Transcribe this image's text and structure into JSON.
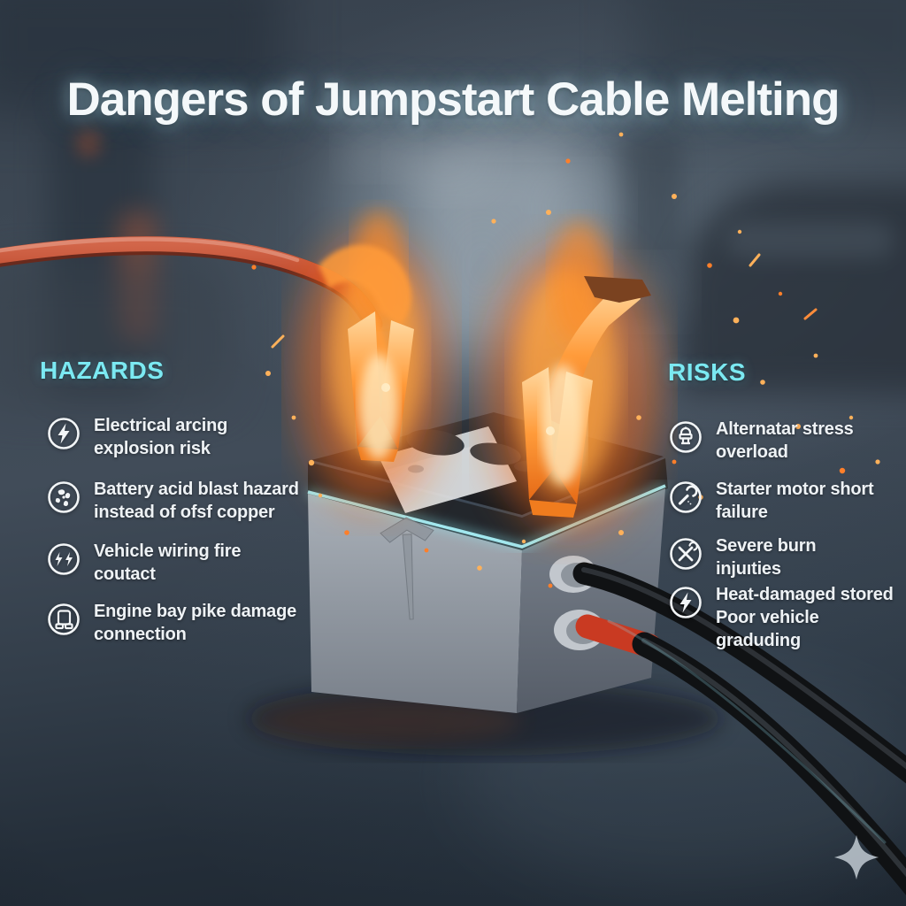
{
  "title": "Dangers of Jumpstart Cable Melting",
  "colors": {
    "accent_cyan": "#7be9f2",
    "text_white": "#eef2f5",
    "flame_orange": "#ff8a2a",
    "cable_red": "#c24b2c",
    "box_grey": "#949ba4"
  },
  "hazards": {
    "heading": "HAZARDS",
    "items": [
      {
        "icon": "lightning-bolt-icon",
        "lines": [
          "Electrical arcing",
          "explosion risk"
        ]
      },
      {
        "icon": "acid-splash-icon",
        "lines": [
          "Battery acid blast hazard",
          "instead of ofsf copper"
        ]
      },
      {
        "icon": "double-lightning-icon",
        "lines": [
          "Vehicle wiring fire",
          "coutact"
        ]
      },
      {
        "icon": "engine-bay-device-icon",
        "lines": [
          "Engine bay pike damage",
          "connection"
        ]
      }
    ]
  },
  "risks": {
    "heading": "RISKS",
    "items": [
      {
        "icon": "spark-plug-icon",
        "lines": [
          "Alternatar stress",
          "overload"
        ]
      },
      {
        "icon": "wrench-icon",
        "lines": [
          "Starter motor short",
          "failure"
        ]
      },
      {
        "icon": "crossed-tools-icon",
        "lines": [
          "Severe burn",
          "injuıties"
        ]
      },
      {
        "icon": "lightning-bolt-icon",
        "lines": [
          "Heat-damaged stored",
          "Poor vehicle graduding"
        ]
      }
    ]
  },
  "scene": {
    "subject": "jumpstart battery box with melting burning clamp cables",
    "logo": "tesla-t-emblem",
    "watermark": "sparkle"
  }
}
